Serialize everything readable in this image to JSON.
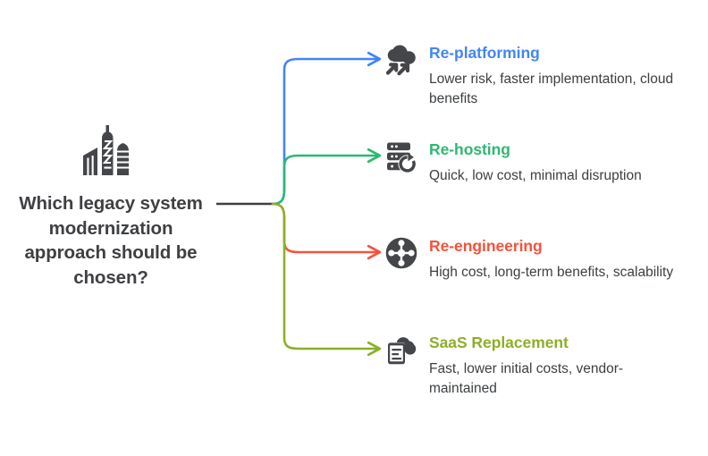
{
  "root": {
    "icon": "city-buildings-icon",
    "title": "Which legacy system modernization approach should be chosen?",
    "title_color": "#3f4043",
    "stem_color": "#3c4043"
  },
  "branches": [
    {
      "id": "re-platforming",
      "icon": "cloud-upload-arrows-icon",
      "title": "Re-platforming",
      "description": "Lower risk, faster implementation, cloud benefits",
      "color": "#4285f4"
    },
    {
      "id": "re-hosting",
      "icon": "server-refresh-icon",
      "title": "Re-hosting",
      "description": "Quick, low cost, minimal disruption",
      "color": "#2eb872"
    },
    {
      "id": "re-engineering",
      "icon": "network-hub-nodes-icon",
      "title": "Re-engineering",
      "description": "High cost, long-term benefits, scalability",
      "color": "#f4533c"
    },
    {
      "id": "saas-replacement",
      "icon": "document-cloud-icon",
      "title": "SaaS Replacement",
      "description": "Fast, lower initial costs, vendor-maintained",
      "color": "#8cb029"
    }
  ],
  "theme": {
    "background": "#ffffff",
    "icon_dark": "#44464a",
    "body_text": "#3c4043"
  }
}
